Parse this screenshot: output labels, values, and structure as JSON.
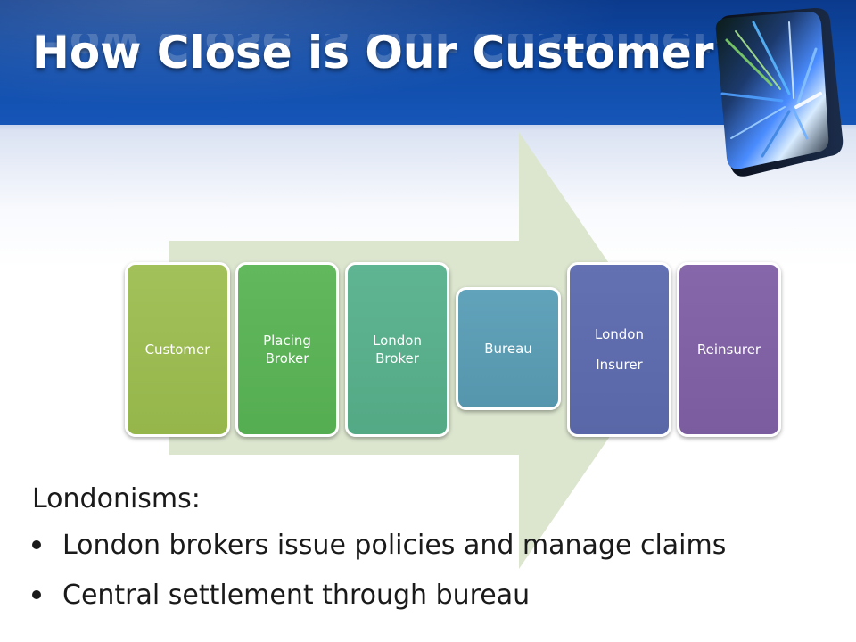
{
  "slide": {
    "title": "How Close is Our Customer?",
    "boxes": [
      {
        "label": "Customer",
        "color": "#9bbb53"
      },
      {
        "label": "Placing\nBroker",
        "color": "#5bb257"
      },
      {
        "label": "London\nBroker",
        "color": "#5aae8b"
      },
      {
        "label": "Bureau",
        "color": "#5c9cb3"
      },
      {
        "label": "London\nInsurer",
        "color": "#5e6cae"
      },
      {
        "label": "Reinsurer",
        "color": "#8062a5"
      }
    ],
    "heading": "Londonisms:",
    "bullets": [
      "London brokers issue policies and manage claims",
      "Central settlement through bureau"
    ]
  },
  "colors": {
    "header_blue": "#0f4aa6",
    "arrow_fill": "#dce6cf",
    "text": "#1a1a1a"
  },
  "icons": {
    "logo": "light-streak-cube-icon",
    "bullet": "bullet-dot-icon"
  }
}
